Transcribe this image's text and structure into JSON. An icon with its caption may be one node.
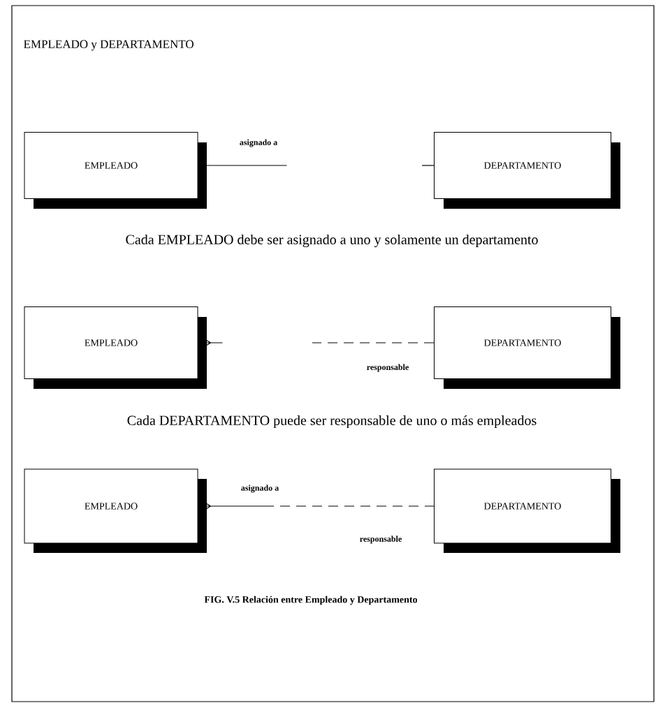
{
  "diagram": {
    "title": "EMPLEADO y DEPARTAMENTO",
    "caption": "FIG. V.5    Relación entre Empleado y Departamento",
    "nodes": [
      {
        "text": [
          "EMPLEADO"
        ]
      },
      {
        "text": [
          "DEPARTAMENTO"
        ]
      },
      {
        "text": [
          "EMPLEADO"
        ]
      },
      {
        "text": [
          "DEPARTAMENTO"
        ]
      },
      {
        "text": [
          "EMPLEADO"
        ]
      },
      {
        "text": [
          "DEPARTAMENTO"
        ]
      }
    ],
    "edges": [
      {
        "from": 0,
        "to": null,
        "arrow": "none",
        "label": "asignado a"
      },
      {
        "from": 1,
        "to": null,
        "arrow": "none"
      },
      {
        "from": 2,
        "to": null,
        "arrow": "other"
      },
      {
        "from": 3,
        "to": null,
        "arrow": "none",
        "style": "dashed",
        "label": "responsable"
      },
      {
        "from": 4,
        "to": 5,
        "arrow": "other",
        "style": "dashed",
        "label": "asignado a"
      }
    ],
    "labels": [
      "Cada EMPLEADO debe ser asignado a uno y solamente un departamento",
      "Cada DEPARTAMENTO puede ser responsable de uno o más empleados",
      "responsable"
    ]
  }
}
